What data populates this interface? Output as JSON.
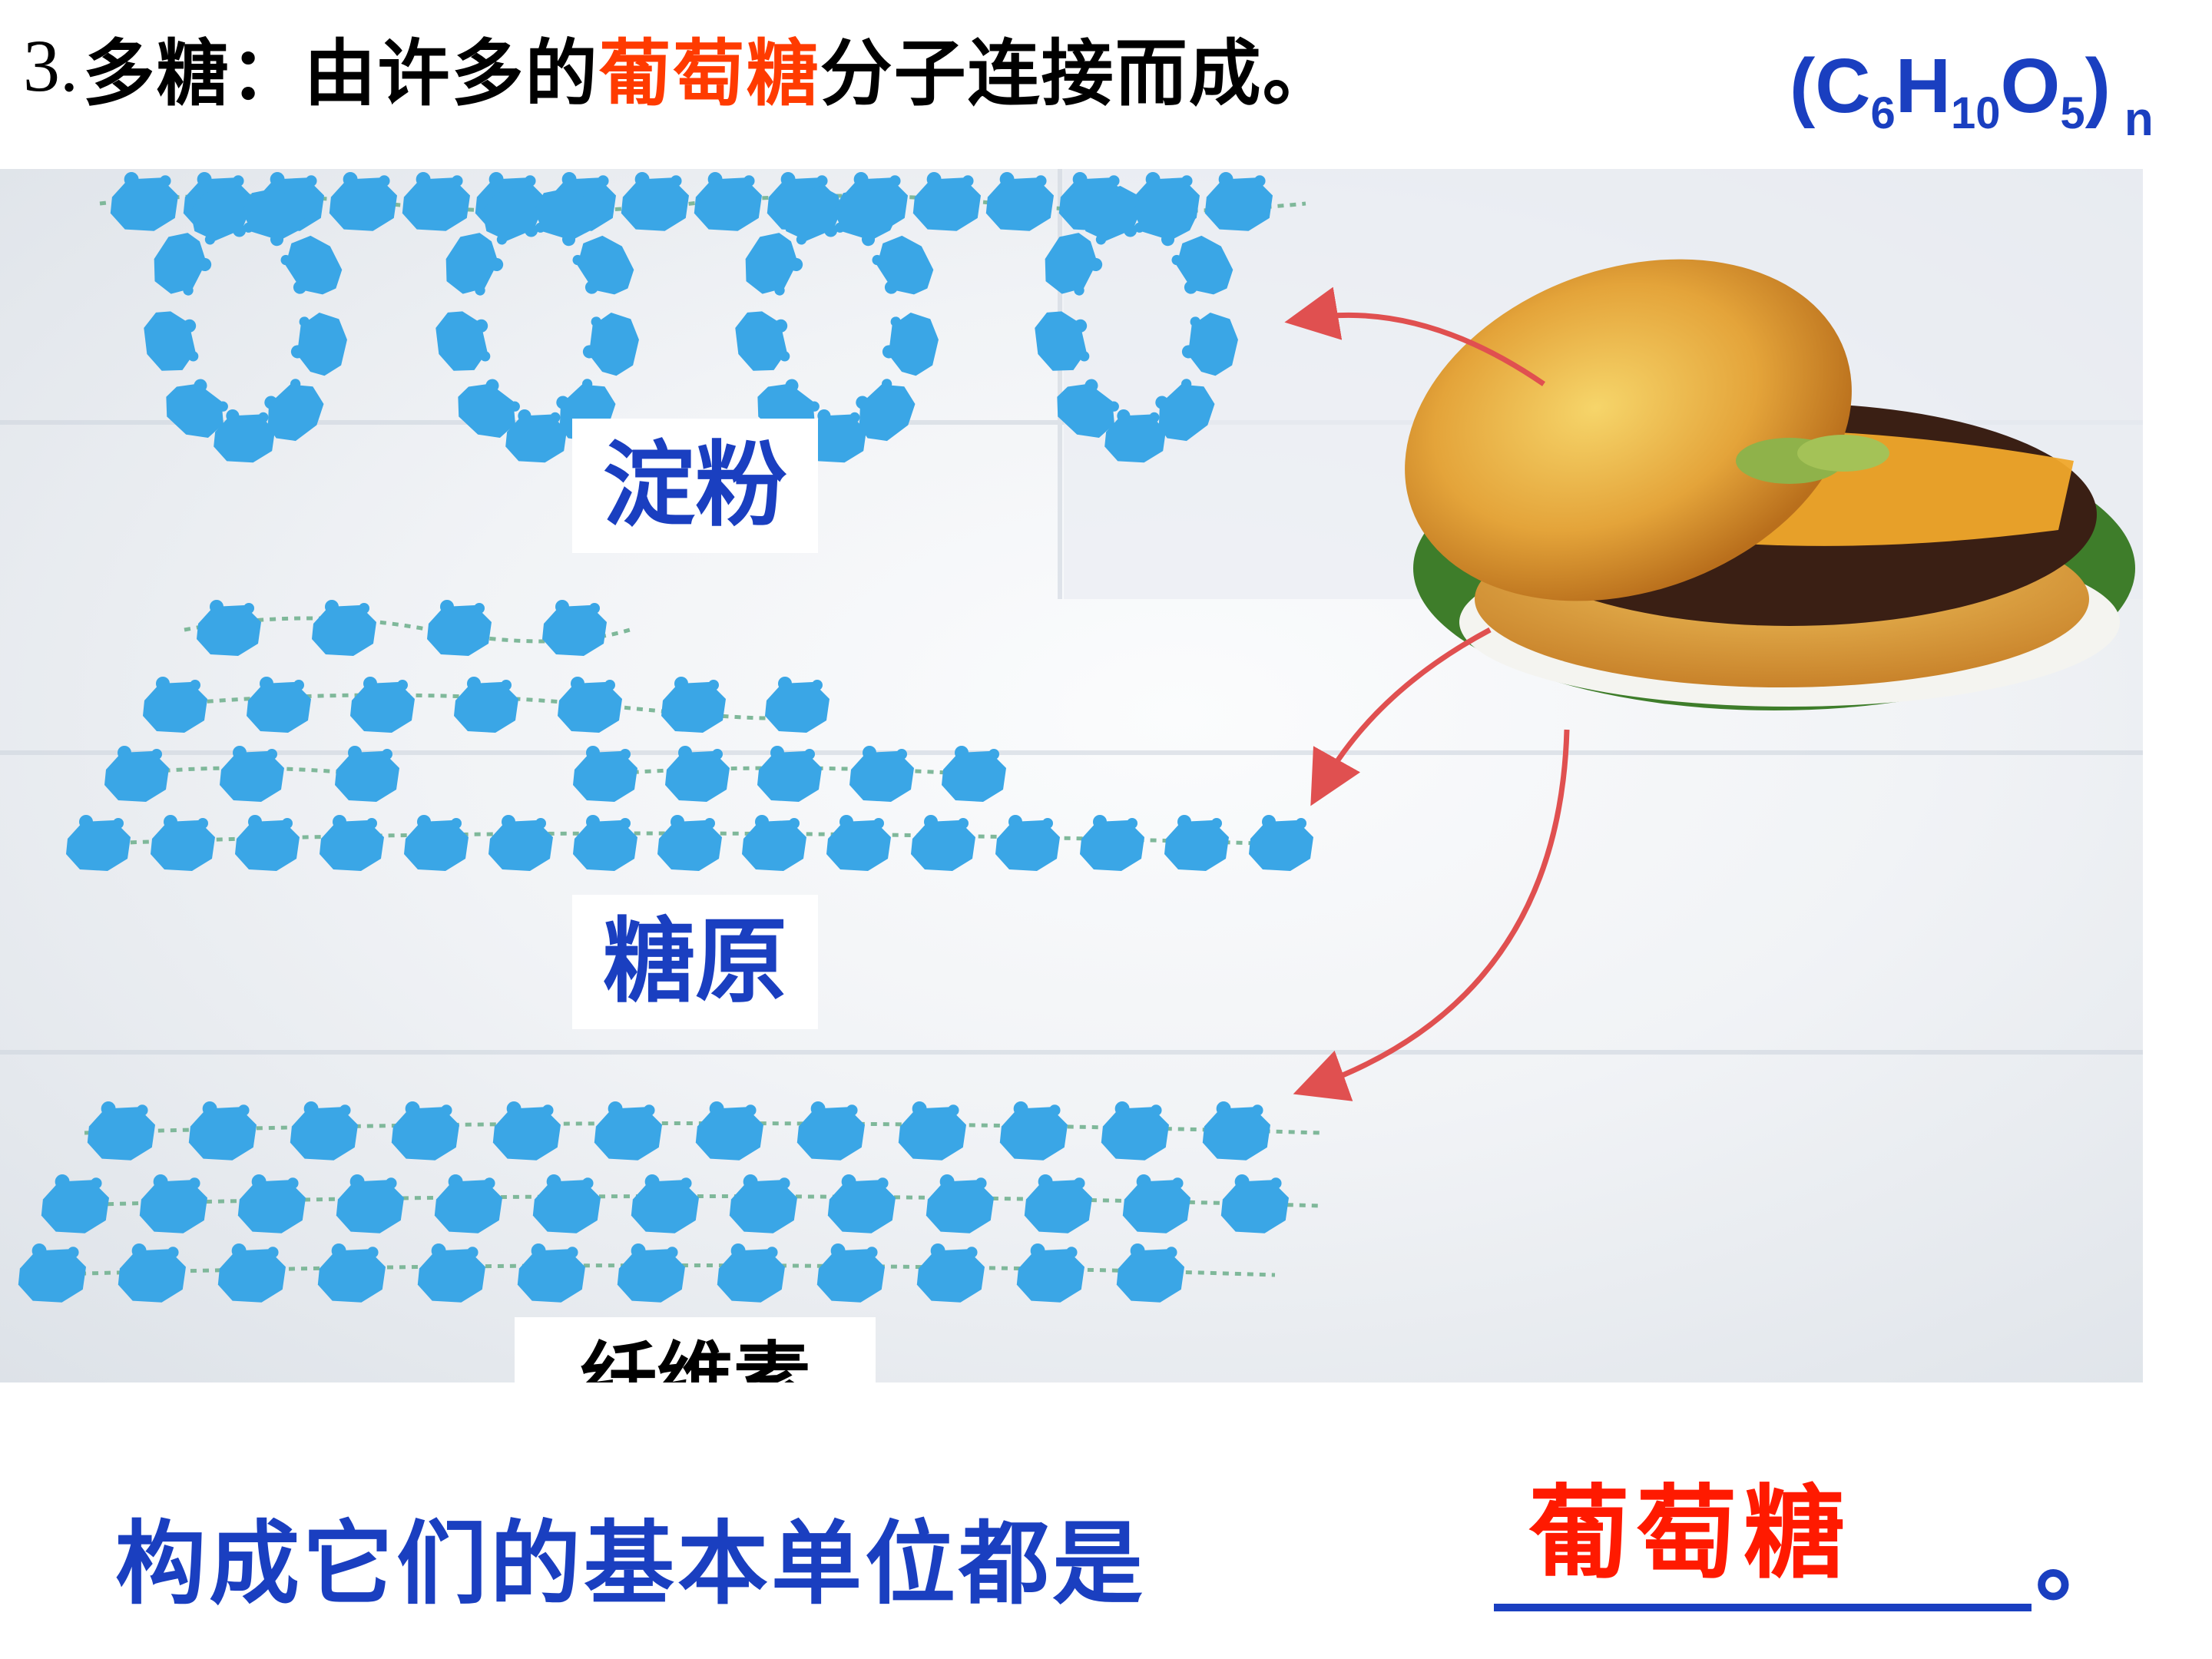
{
  "title": {
    "number": "3.",
    "before": "多糖：由许多的",
    "highlight": "葡萄糖",
    "after": "分子连接而成。"
  },
  "formula": {
    "open": "(C",
    "c_sub": "6",
    "h": "H",
    "h_sub": "10",
    "o": "O",
    "o_sub": "5",
    "close": ")",
    "n": "n"
  },
  "labels": {
    "starch": "淀粉",
    "glycogen": "糖原",
    "cellulose": "纤维素"
  },
  "bottom": {
    "sentence": "构成它们的基本单位都是",
    "answer": "葡萄糖",
    "period": "。"
  },
  "colors": {
    "blue_text": "#1a3fc0",
    "red_text": "#ff1a00",
    "glucose_unit": "#3aa6e6",
    "arrow": "#e05050"
  },
  "icons": {
    "food": "hamburger-icon",
    "unit": "glucose-unit-icon"
  }
}
